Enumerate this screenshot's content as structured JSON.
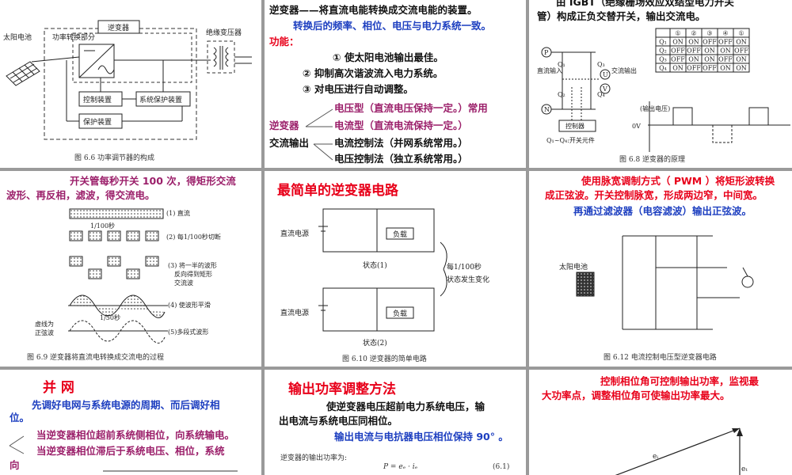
{
  "s1": {
    "solar": "太阳电池",
    "power_part": "功率转换部分",
    "inverter": "逆变器",
    "transformer": "绝缘变压器",
    "control": "控制装置",
    "sysprot": "系统保护装置",
    "prot": "保护装置",
    "caption": "图 6.6   功率调节器的构成"
  },
  "s2": {
    "line1": "逆变器——将直流电能转换成交流电能的装置。",
    "line2": "转换后的频率、相位、电压与电力系统一致。",
    "func": "功能：",
    "f1": "① 使太阳电池输出最佳。",
    "f2": "② 抑制高次谐波流入电力系统。",
    "f3": "③ 对电压进行自动调整。",
    "inv": "逆变器",
    "v_type": "电压型（直流电压保持一定。）常用",
    "c_type": "电流型（直流电流保持一定。）",
    "ac_out": "交流输出",
    "c_ctrl": "电流控制法（并网系统常用。）",
    "v_ctrl": "电压控制法（独立系统常用。）"
  },
  "s3": {
    "line1": "由 IGBT（绝缘栅场效应双结型电力开关",
    "line2": "管）构成正负交替开关，输出交流电。",
    "dc_in": "直流输入",
    "ac_out": "交流输出",
    "controller": "控制器",
    "switches": "Q₁~Q₄:开关元件",
    "out_v": "(输出电压)",
    "zero": "0V",
    "table_head": [
      "①",
      "②",
      "③",
      "④",
      "①"
    ],
    "table_rows": [
      [
        "Q₁",
        "ON",
        "ON",
        "OFF",
        "OFF",
        "ON"
      ],
      [
        "Q₂",
        "OFF",
        "OFF",
        "ON",
        "ON",
        "OFF"
      ],
      [
        "Q₃",
        "OFF",
        "ON",
        "ON",
        "OFF",
        "ON"
      ],
      [
        "Q₄",
        "ON",
        "OFF",
        "OFF",
        "ON",
        "ON"
      ]
    ],
    "caption": "图 6.8   逆变器的原理"
  },
  "s4": {
    "line1": "开关管每秒开关 100 次，得矩形交流",
    "line2": "波形、再反相，滤波，得交流电。",
    "steps": [
      "(1) 直流",
      "(2) 每1/100秒切断",
      "(3) 将一半的波形",
      "反向得到矩形",
      "交流波",
      "(4) 使波形平滑",
      "(5)多段式波形"
    ],
    "t1": "1/100秒",
    "t2": "1/50秒",
    "dashed_note": "虚线为",
    "sine_note": "正弦波",
    "caption": "图 6.9   逆变器将直流电转换成交流电的过程"
  },
  "s5": {
    "title": "最简单的逆变器电路",
    "dc_source": "直流电源",
    "load": "负载",
    "state1": "状态(1)",
    "state2": "状态(2)",
    "every": "每1/100秒",
    "change": "状态发生变化",
    "caption": "图 6.10   逆变器的简单电路"
  },
  "s6": {
    "line1": "使用脉宽调制方式（ PWM ）将矩形波转换",
    "line2": "成正弦波。开关控制脉宽，形成两边窄，中间宽。",
    "line3": "再通过滤波器（电容滤波）输出正弦波。",
    "solar": "太阳电池",
    "caption": "图 6.12   电流控制电压型逆变器电路"
  },
  "s7": {
    "title": "并  网",
    "line1": "先调好电网与系统电源的周期、而后调好相",
    "line2": "位。",
    "line3": "当逆变器相位超前系统侧相位，向系统输电。",
    "line4": "当逆变器相位滞后于系统电压、相位，系统",
    "line5": "向"
  },
  "s8": {
    "title": "输出功率调整方法",
    "line1": "使逆变器电压超前电力系统电压，输",
    "line2": "出电流与系统电压同相位。",
    "line3": "输出电流与电抗器电压相位保持 90° 。",
    "formula_label": "逆变器的输出功率为:",
    "formula": "P = eₑ · iₑ",
    "eq_no": "(6.1)"
  },
  "s9": {
    "line1": "控制相位角可控制输出功率，监视最",
    "line2": "大功率点，调整相位角可使输出功率最大。",
    "e1": "eᵢ",
    "e2": "eₜ"
  }
}
